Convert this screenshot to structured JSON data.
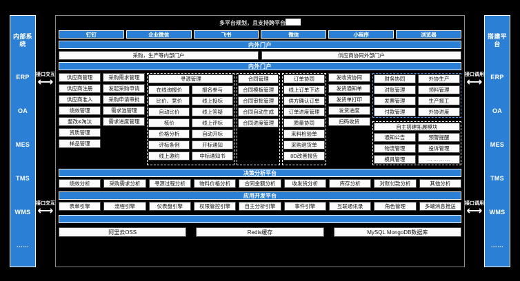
{
  "header": {
    "title": "多平台规划，且支持跨平台",
    "redacted": true
  },
  "channels": [
    "钉钉",
    "企业微信",
    "飞书",
    "微信",
    "小程序",
    "浏览器"
  ],
  "portal": {
    "band_label": "内外门户",
    "items": [
      "采购，生产等内部门户",
      "供应商协同外部门户"
    ],
    "grid_band_label": "内外门户"
  },
  "left_rail": {
    "items": [
      "内部系统",
      "ERP",
      "OA",
      "MES",
      "TMS",
      "WMS",
      "……"
    ]
  },
  "right_rail": {
    "items": [
      "搭建平台",
      "ERP",
      "OA",
      "MES",
      "TMS",
      "WMS",
      "……"
    ]
  },
  "connectors": {
    "left_top": "接口交互",
    "left_bottom": "接口交互",
    "right_top": "接口调用",
    "right_bottom": "接口调用"
  },
  "modules": {
    "supplier": [
      "供应商管理",
      "供应商注册",
      "供应商准入",
      "绩效管理",
      "整改&淘汰",
      "资质管理",
      "样品管理"
    ],
    "demand": [
      "采购需求管理",
      "发起采购申请",
      "采购申请审批",
      "需求池管理",
      "需求进度管理"
    ],
    "sourcing_title": "寻源管理",
    "sourcing_a": [
      "在线询报价",
      "比价、竞价",
      "自动比价",
      "核价",
      "价格分析",
      "评标条例",
      "线上邀约"
    ],
    "sourcing_b": [
      "报名参与",
      "线上投标",
      "线上答疑",
      "线上评标",
      "自动开标",
      "开标通知",
      "中标通知书"
    ],
    "contract": [
      "合同管理",
      "合同模板管理",
      "合同审批管理",
      "合同自动生成",
      "合同进度管理"
    ],
    "order": [
      "订单协同",
      "线上订单下达",
      "供方确认订单",
      "订单进度管理",
      "质量协同",
      "来料检验单",
      "采购退货单",
      "8D改善报告"
    ],
    "delivery": [
      "发收货协同",
      "发货通知单",
      "发货单打印",
      "发货进度",
      "扫码收货"
    ],
    "finance": [
      "财务协同",
      "对账管理",
      "发票管理",
      "付款管理"
    ],
    "outsource": [
      "外协生产",
      "领料管理",
      "生产报工",
      "外协进度"
    ],
    "extend_title": "自主搭建拓展模块",
    "extend_a": [
      "通知公告",
      "物流管理",
      "模具管理"
    ],
    "extend_b": [
      "预警提醒",
      "投诉管理",
      "…………"
    ]
  },
  "decision": {
    "title": "决策分析平台",
    "items": [
      "绩效分析",
      "采购需求分析",
      "寻源过程分析",
      "物料价格分析",
      "合同金额分析",
      "收发货分析",
      "库存分析",
      "对账付款分析",
      "其他分析"
    ]
  },
  "appdev": {
    "title": "应用开发平台",
    "items": [
      "表单引擎",
      "流程引擎",
      "仪表盘引擎",
      "权限管控引擎",
      "自主分析引擎",
      "事件引擎",
      "互联通讯录",
      "角色管理",
      "多端消息推送"
    ]
  },
  "infra": {
    "band_label": "",
    "items": [
      "阿里云OSS",
      "Redis缓存",
      "MySQL MongoDB数据库"
    ]
  },
  "colors": {
    "accent": "#2b7fd4",
    "background": "#000000",
    "cell_bg": "#fbfbfb",
    "frame_border": "#8a8a8a"
  }
}
